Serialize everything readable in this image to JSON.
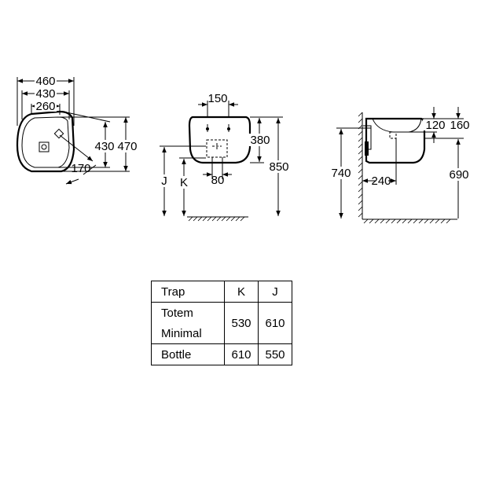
{
  "top_view": {
    "widths": [
      "460",
      "430",
      "260"
    ],
    "depths": [
      "430",
      "470"
    ],
    "diag": "170"
  },
  "front_view": {
    "top_dim": "150",
    "height": "380",
    "total": "850",
    "bottom_dim": "80",
    "label_j": "J",
    "label_k": "K"
  },
  "side_view": {
    "left": "740",
    "d120": "120",
    "d160": "160",
    "d690": "690",
    "d240": "240"
  },
  "table": {
    "headers": [
      "Trap",
      "K",
      "J"
    ],
    "rows": [
      {
        "name": "Totem",
        "k": "530",
        "j": "610"
      },
      {
        "name": "Minimal",
        "k": "",
        "j": ""
      },
      {
        "name": "Bottle",
        "k": "610",
        "j": "550"
      }
    ],
    "merged_k": "530",
    "merged_j": "610"
  }
}
